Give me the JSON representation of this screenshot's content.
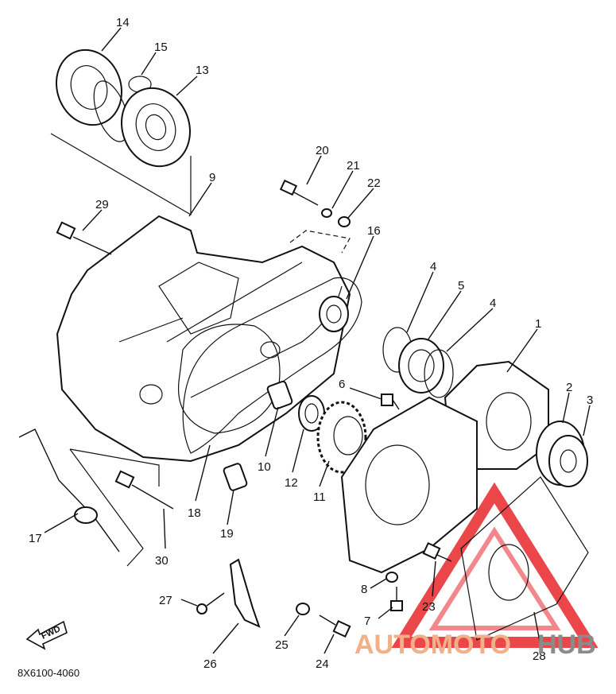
{
  "diagram": {
    "code": "8X6100-4060",
    "fwd_label": "FWD",
    "callouts": [
      {
        "id": "14",
        "text": "14"
      },
      {
        "id": "15",
        "text": "15"
      },
      {
        "id": "13",
        "text": "13"
      },
      {
        "id": "9",
        "text": "9"
      },
      {
        "id": "20",
        "text": "20"
      },
      {
        "id": "21",
        "text": "21"
      },
      {
        "id": "22",
        "text": "22"
      },
      {
        "id": "29",
        "text": "29"
      },
      {
        "id": "16",
        "text": "16"
      },
      {
        "id": "4a",
        "text": "4"
      },
      {
        "id": "5",
        "text": "5"
      },
      {
        "id": "4b",
        "text": "4"
      },
      {
        "id": "1",
        "text": "1"
      },
      {
        "id": "6",
        "text": "6"
      },
      {
        "id": "2",
        "text": "2"
      },
      {
        "id": "3",
        "text": "3"
      },
      {
        "id": "10",
        "text": "10"
      },
      {
        "id": "12",
        "text": "12"
      },
      {
        "id": "11",
        "text": "11"
      },
      {
        "id": "18",
        "text": "18"
      },
      {
        "id": "19",
        "text": "19"
      },
      {
        "id": "17",
        "text": "17"
      },
      {
        "id": "30",
        "text": "30"
      },
      {
        "id": "8",
        "text": "8"
      },
      {
        "id": "23",
        "text": "23"
      },
      {
        "id": "7",
        "text": "7"
      },
      {
        "id": "27",
        "text": "27"
      },
      {
        "id": "25",
        "text": "25"
      },
      {
        "id": "24",
        "text": "24"
      },
      {
        "id": "26",
        "text": "26"
      },
      {
        "id": "28",
        "text": "28"
      }
    ]
  },
  "watermark": {
    "brand_left": "AUTOMOTO",
    "brand_right": "HUB",
    "color_accent": "#e8272b",
    "color_orange": "#f2b089",
    "color_gray": "#8b8b8b"
  }
}
